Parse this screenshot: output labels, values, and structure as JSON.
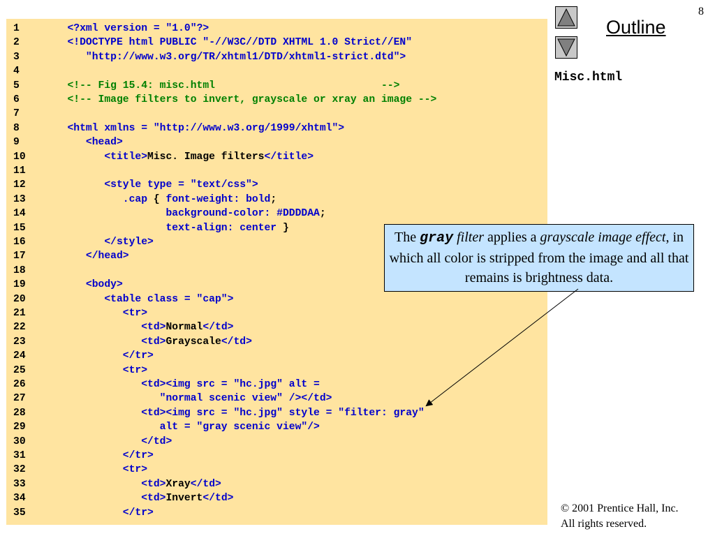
{
  "page_number": "8",
  "nav": {
    "outline_label": "Outline",
    "file_label": "Misc.html"
  },
  "code_lines": [
    {
      "n": "1",
      "tokens": [
        [
          "t",
          "   "
        ],
        [
          "b",
          "<?xml version = "
        ],
        [
          "s",
          "\"1.0\""
        ],
        [
          "b",
          "?>"
        ]
      ]
    },
    {
      "n": "2",
      "tokens": [
        [
          "t",
          "   "
        ],
        [
          "b",
          "<!DOCTYPE html PUBLIC "
        ],
        [
          "s",
          "\"-//W3C//DTD XHTML 1.0 Strict//EN\""
        ]
      ]
    },
    {
      "n": "3",
      "tokens": [
        [
          "t",
          "      "
        ],
        [
          "s",
          "\"http://www.w3.org/TR/xhtml1/DTD/xhtml1-strict.dtd\""
        ],
        [
          "b",
          ">"
        ]
      ]
    },
    {
      "n": "4",
      "tokens": []
    },
    {
      "n": "5",
      "tokens": [
        [
          "t",
          "   "
        ],
        [
          "c",
          "<!-- Fig 15.4: misc.html                           -->"
        ]
      ]
    },
    {
      "n": "6",
      "tokens": [
        [
          "t",
          "   "
        ],
        [
          "c",
          "<!-- Image filters to invert, grayscale or xray an image -->"
        ]
      ]
    },
    {
      "n": "7",
      "tokens": []
    },
    {
      "n": "8",
      "tokens": [
        [
          "t",
          "   "
        ],
        [
          "b",
          "<html xmlns = "
        ],
        [
          "s",
          "\"http://www.w3.org/1999/xhtml\""
        ],
        [
          "b",
          ">"
        ]
      ]
    },
    {
      "n": "9",
      "tokens": [
        [
          "t",
          "      "
        ],
        [
          "b",
          "<head>"
        ]
      ]
    },
    {
      "n": "10",
      "tokens": [
        [
          "t",
          "         "
        ],
        [
          "b",
          "<title>"
        ],
        [
          "t",
          "Misc. Image filters"
        ],
        [
          "b",
          "</title>"
        ]
      ]
    },
    {
      "n": "11",
      "tokens": []
    },
    {
      "n": "12",
      "tokens": [
        [
          "t",
          "         "
        ],
        [
          "b",
          "<style type = "
        ],
        [
          "s",
          "\"text/css\""
        ],
        [
          "b",
          ">"
        ]
      ]
    },
    {
      "n": "13",
      "tokens": [
        [
          "t",
          "            "
        ],
        [
          "b",
          ".cap "
        ],
        [
          "t",
          "{ "
        ],
        [
          "s",
          "font-weight: bold"
        ],
        [
          "t",
          ";"
        ]
      ]
    },
    {
      "n": "14",
      "tokens": [
        [
          "t",
          "                   "
        ],
        [
          "s",
          "background-color: "
        ],
        [
          "b",
          "#DDDDAA"
        ],
        [
          "t",
          ";"
        ]
      ]
    },
    {
      "n": "15",
      "tokens": [
        [
          "t",
          "                   "
        ],
        [
          "s",
          "text-align: center"
        ],
        [
          "t",
          " }"
        ]
      ]
    },
    {
      "n": "16",
      "tokens": [
        [
          "t",
          "         "
        ],
        [
          "b",
          "</style>"
        ]
      ]
    },
    {
      "n": "17",
      "tokens": [
        [
          "t",
          "      "
        ],
        [
          "b",
          "</head>"
        ]
      ]
    },
    {
      "n": "18",
      "tokens": []
    },
    {
      "n": "19",
      "tokens": [
        [
          "t",
          "      "
        ],
        [
          "b",
          "<body>"
        ]
      ]
    },
    {
      "n": "20",
      "tokens": [
        [
          "t",
          "         "
        ],
        [
          "b",
          "<table class = "
        ],
        [
          "s",
          "\"cap\""
        ],
        [
          "b",
          ">"
        ]
      ]
    },
    {
      "n": "21",
      "tokens": [
        [
          "t",
          "            "
        ],
        [
          "b",
          "<tr>"
        ]
      ]
    },
    {
      "n": "22",
      "tokens": [
        [
          "t",
          "               "
        ],
        [
          "b",
          "<td>"
        ],
        [
          "t",
          "Normal"
        ],
        [
          "b",
          "</td>"
        ]
      ]
    },
    {
      "n": "23",
      "tokens": [
        [
          "t",
          "               "
        ],
        [
          "b",
          "<td>"
        ],
        [
          "t",
          "Grayscale"
        ],
        [
          "b",
          "</td>"
        ]
      ]
    },
    {
      "n": "24",
      "tokens": [
        [
          "t",
          "            "
        ],
        [
          "b",
          "</tr>"
        ]
      ]
    },
    {
      "n": "25",
      "tokens": [
        [
          "t",
          "            "
        ],
        [
          "b",
          "<tr>"
        ]
      ]
    },
    {
      "n": "26",
      "tokens": [
        [
          "t",
          "               "
        ],
        [
          "b",
          "<td><img src = "
        ],
        [
          "s",
          "\"hc.jpg\""
        ],
        [
          "b",
          " alt ="
        ]
      ]
    },
    {
      "n": "27",
      "tokens": [
        [
          "t",
          "                  "
        ],
        [
          "s",
          "\"normal scenic view\""
        ],
        [
          "b",
          " /></td>"
        ]
      ]
    },
    {
      "n": "28",
      "tokens": [
        [
          "t",
          "               "
        ],
        [
          "b",
          "<td><img src = "
        ],
        [
          "s",
          "\"hc.jpg\""
        ],
        [
          "b",
          " style = "
        ],
        [
          "s",
          "\"filter: gray\""
        ]
      ]
    },
    {
      "n": "29",
      "tokens": [
        [
          "t",
          "                  "
        ],
        [
          "b",
          "alt = "
        ],
        [
          "s",
          "\"gray scenic view\""
        ],
        [
          "b",
          "/>"
        ]
      ]
    },
    {
      "n": "30",
      "tokens": [
        [
          "t",
          "               "
        ],
        [
          "b",
          "</td>"
        ]
      ]
    },
    {
      "n": "31",
      "tokens": [
        [
          "t",
          "            "
        ],
        [
          "b",
          "</tr>"
        ]
      ]
    },
    {
      "n": "32",
      "tokens": [
        [
          "t",
          "            "
        ],
        [
          "b",
          "<tr>"
        ]
      ]
    },
    {
      "n": "33",
      "tokens": [
        [
          "t",
          "               "
        ],
        [
          "b",
          "<td>"
        ],
        [
          "t",
          "Xray"
        ],
        [
          "b",
          "</td>"
        ]
      ]
    },
    {
      "n": "34",
      "tokens": [
        [
          "t",
          "               "
        ],
        [
          "b",
          "<td>"
        ],
        [
          "t",
          "Invert"
        ],
        [
          "b",
          "</td>"
        ]
      ]
    },
    {
      "n": "35",
      "tokens": [
        [
          "t",
          "            "
        ],
        [
          "b",
          "</tr>"
        ]
      ]
    }
  ],
  "callout": {
    "t1": "The ",
    "t2": "gray",
    "t3": " ",
    "t4": "filter",
    "t5": " applies a ",
    "t6": "grayscale image effect",
    "t7": ", in which all color is stripped from the image and all that remains is brightness data."
  },
  "copyright": {
    "line1": "© 2001 Prentice Hall, Inc.",
    "line2": "All rights reserved."
  },
  "colors": {
    "code_background": "#FFE4A0",
    "callout_background": "#C4E4FF",
    "markup": "#0000CC",
    "comment": "#008000",
    "nav_button": "#C8C8C8"
  },
  "icons": {
    "prev": "triangle-up-icon",
    "next": "triangle-down-icon"
  }
}
